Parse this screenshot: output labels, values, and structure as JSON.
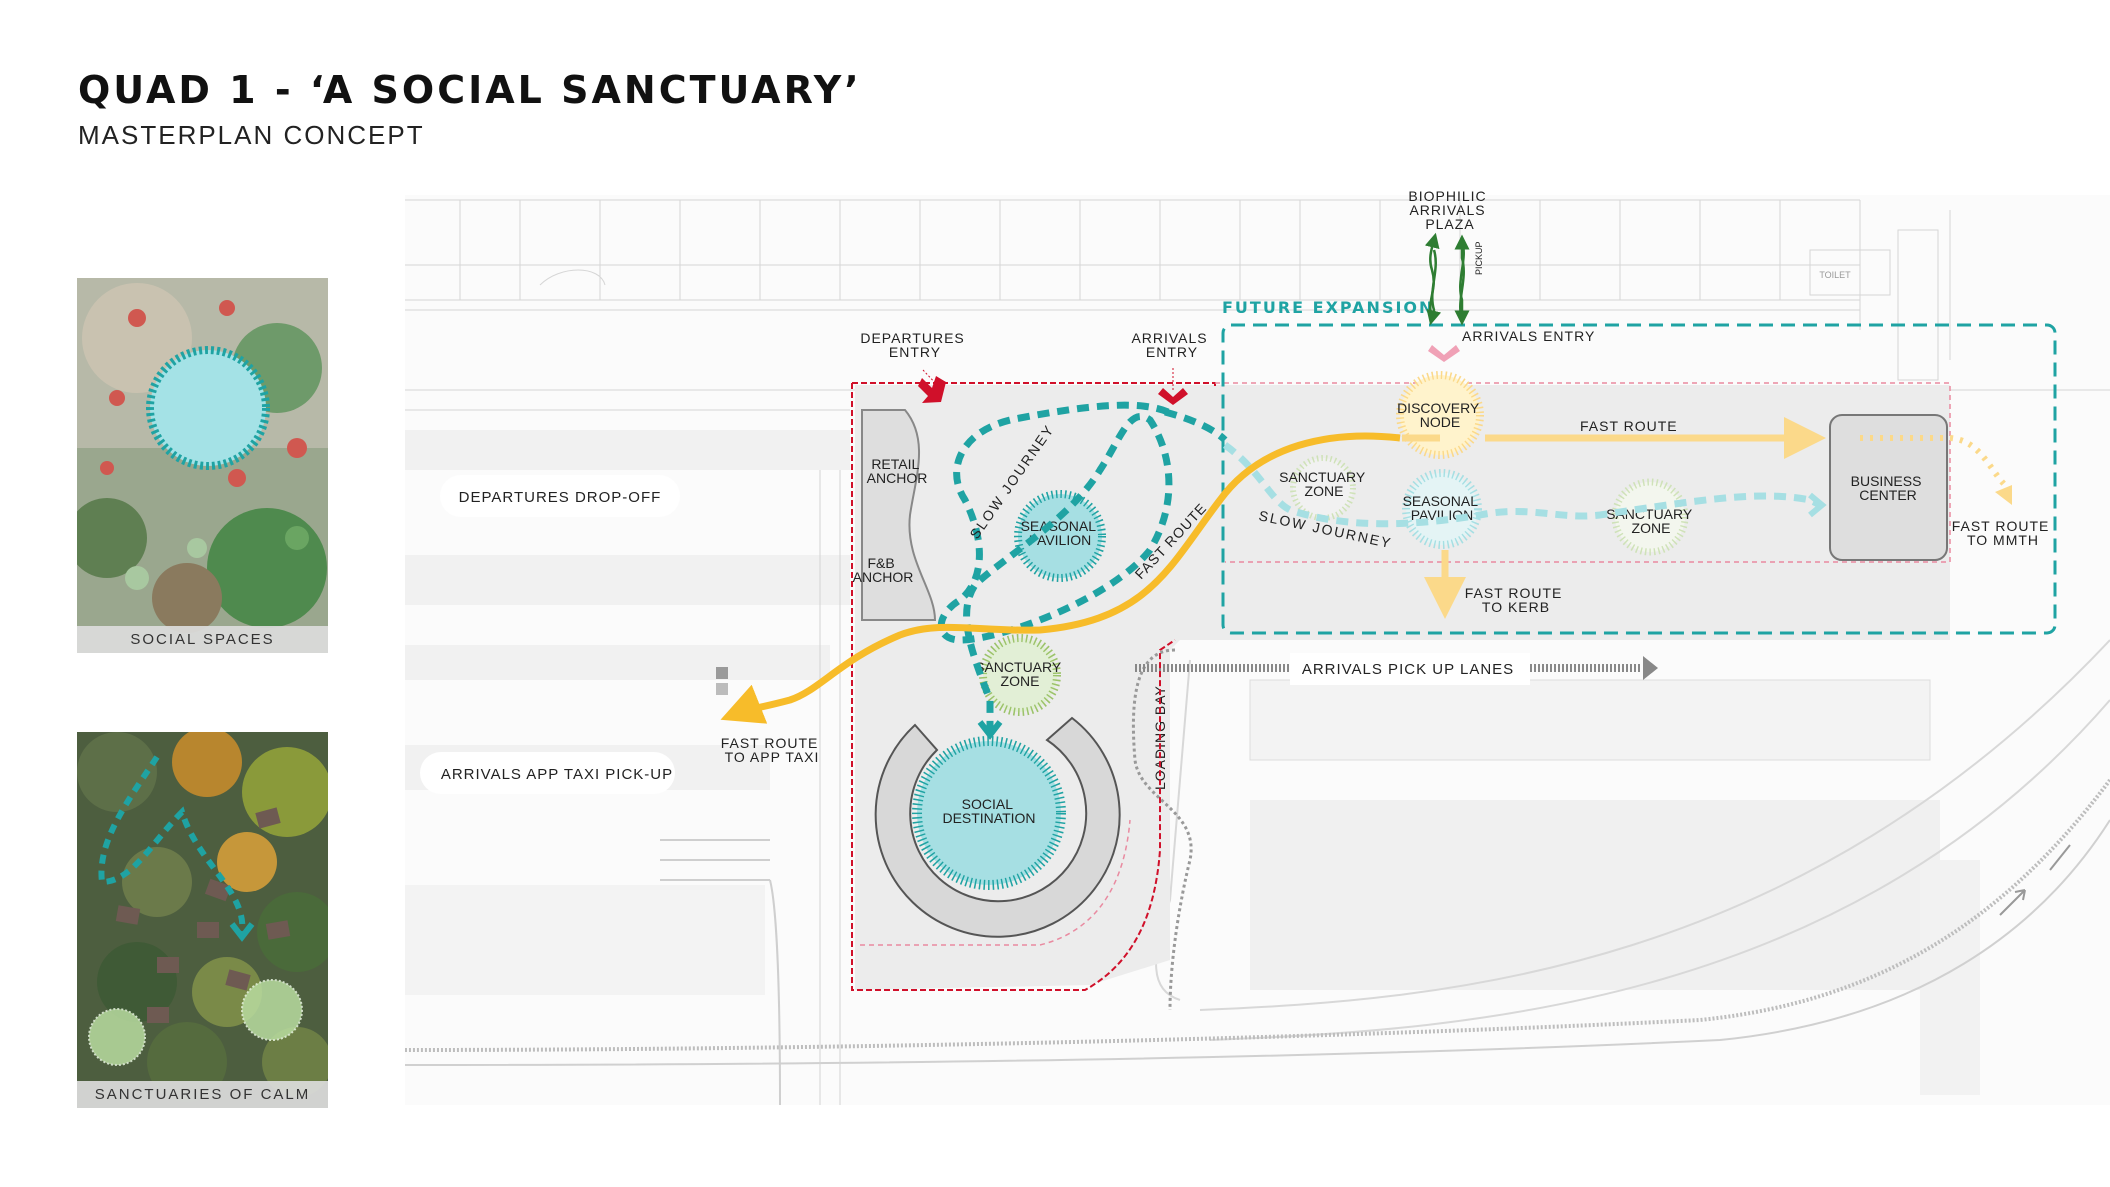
{
  "header": {
    "title": "QUAD 1 - ‘A SOCIAL SANCTUARY’",
    "subtitle": "MASTERPLAN CONCEPT"
  },
  "photos": {
    "top_caption": "SOCIAL SPACES",
    "bottom_caption": "SANCTUARIES OF CALM"
  },
  "plan": {
    "entries": {
      "departures_entry": [
        "DEPARTURES",
        "ENTRY"
      ],
      "arrivals_entry_left": [
        "ARRIVALS",
        "ENTRY"
      ],
      "arrivals_entry_top": "ARRIVALS  ENTRY",
      "biophilic_plaza": [
        "BIOPHILIC",
        "ARRIVALS",
        "PLAZA"
      ]
    },
    "future_expansion": "FUTURE EXPANSION",
    "nodes": {
      "retail_anchor": [
        "RETAIL",
        "ANCHOR"
      ],
      "fb_anchor": [
        "F&B",
        "ANCHOR"
      ],
      "seasonal_pavilion_left": [
        "SEASONAL",
        "PAVILION"
      ],
      "seasonal_pavilion_right": [
        "SEASONAL",
        "PAVILION"
      ],
      "sanctuary_zone_center": [
        "SANCTUARY",
        "ZONE"
      ],
      "sanctuary_zone_mid": [
        "SANCTUARY",
        "ZONE"
      ],
      "sanctuary_zone_right": [
        "SANCTUARY",
        "ZONE"
      ],
      "social_destination": [
        "SOCIAL",
        "DESTINATION"
      ],
      "discovery_node": [
        "DISCOVERY",
        "NODE"
      ],
      "business_center": [
        "BUSINESS",
        "CENTER"
      ]
    },
    "routes": {
      "slow_journey_left": "SLOW JOURNEY",
      "slow_journey_right": "SLOW JOURNEY",
      "fast_route_diag": "FAST ROUTE",
      "fast_route_top": "FAST ROUTE",
      "fast_route_kerb": [
        "FAST ROUTE",
        "TO KERB"
      ],
      "fast_route_mmth": [
        "FAST ROUTE",
        "TO MMTH"
      ],
      "fast_route_taxi": [
        "FAST ROUTE",
        "TO APP TAXI"
      ]
    },
    "zones": {
      "departures_dropoff": "DEPARTURES  DROP-OFF",
      "arrivals_taxi": "ARRIVALS APP TAXI PICK-UP",
      "arrivals_lanes": "ARRIVALS PICK UP LANES",
      "loading_bay": "LOADING BAY",
      "toilet": "TOILET",
      "pickup_vertical": "PICKUP"
    }
  },
  "colors": {
    "teal": "#1fa3a3",
    "yellow": "#f7bc2a",
    "pale_yellow": "#fbd98a",
    "pale_teal": "#a6dfe3",
    "red": "#d0102a",
    "pink_dash": "#e98aa0",
    "green": "#2e7d32"
  }
}
